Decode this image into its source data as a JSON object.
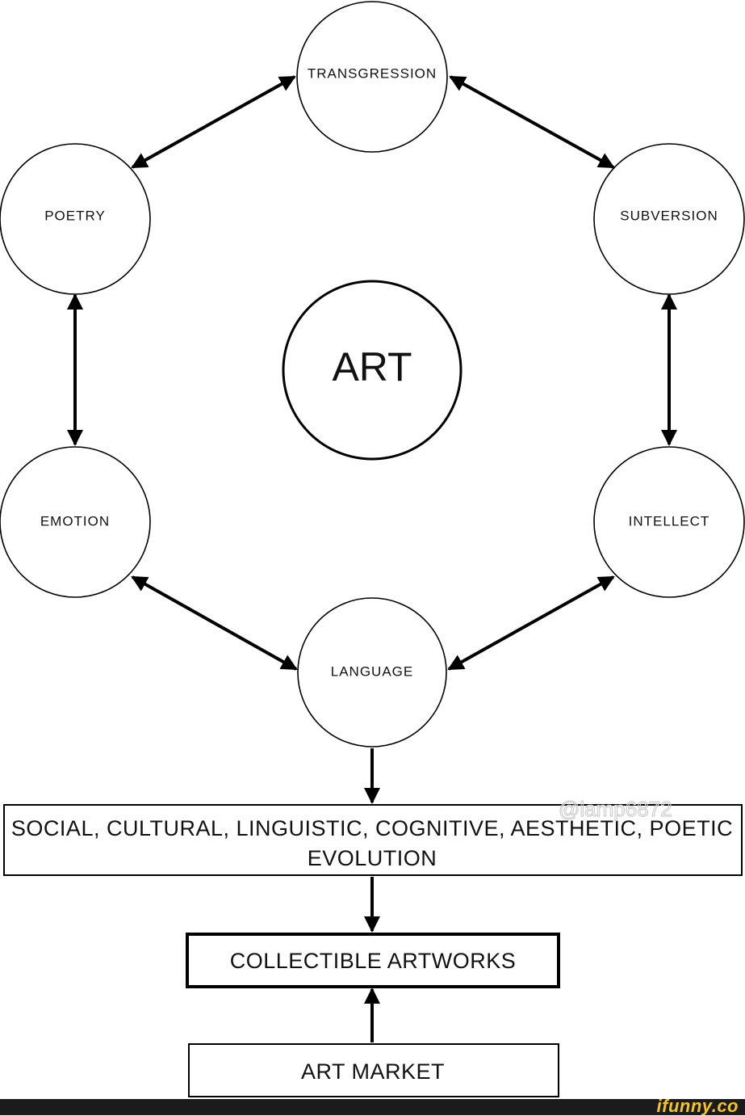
{
  "diagram": {
    "center": "ART",
    "nodes": {
      "transgression": "TRANSGRESSION",
      "poetry": "POETRY",
      "subversion": "SUBVERSION",
      "emotion": "EMOTION",
      "intellect": "INTELLECT",
      "language": "LANGUAGE"
    },
    "evolution_box": {
      "line1": "SOCIAL, CULTURAL, LINGUISTIC, COGNITIVE, AESTHETIC, POETIC",
      "line2": "EVOLUTION"
    },
    "collectible_box": "COLLECTIBLE ARTWORKS",
    "market_box": "ART MARKET"
  },
  "watermark": "@lamp6872",
  "footer": {
    "logo": "ifunny.co"
  }
}
